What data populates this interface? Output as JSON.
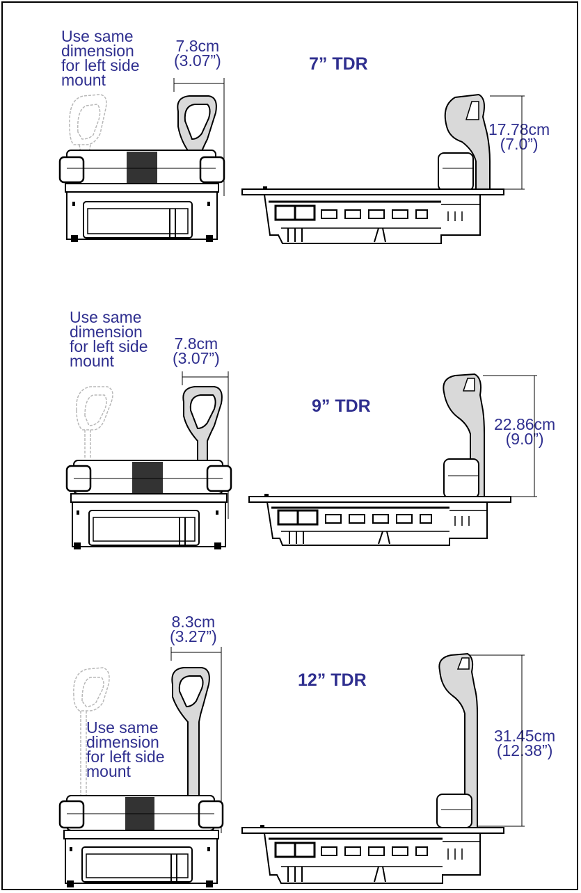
{
  "colors": {
    "label": "#2f2f8f",
    "line": "#000000",
    "ghost": "#b8b8b8",
    "shade": "#d9d9d9"
  },
  "sections": [
    {
      "title": "7” TDR",
      "note": "Use same\ndimension\nfor left side\nmount",
      "width_dim": "7.8cm\n(3.07”)",
      "height_dim": "17.78cm\n(7.0”)"
    },
    {
      "title": "9” TDR",
      "note": "Use same\ndimension\nfor left side\nmount",
      "width_dim": "7.8cm\n(3.07”)",
      "height_dim": "22.86cm\n(9.0”)"
    },
    {
      "title": "12” TDR",
      "note": "Use same\ndimension\nfor left side\nmount",
      "width_dim": "8.3cm\n(3.27”)",
      "height_dim": "31.45cm\n(12.38”)"
    }
  ]
}
